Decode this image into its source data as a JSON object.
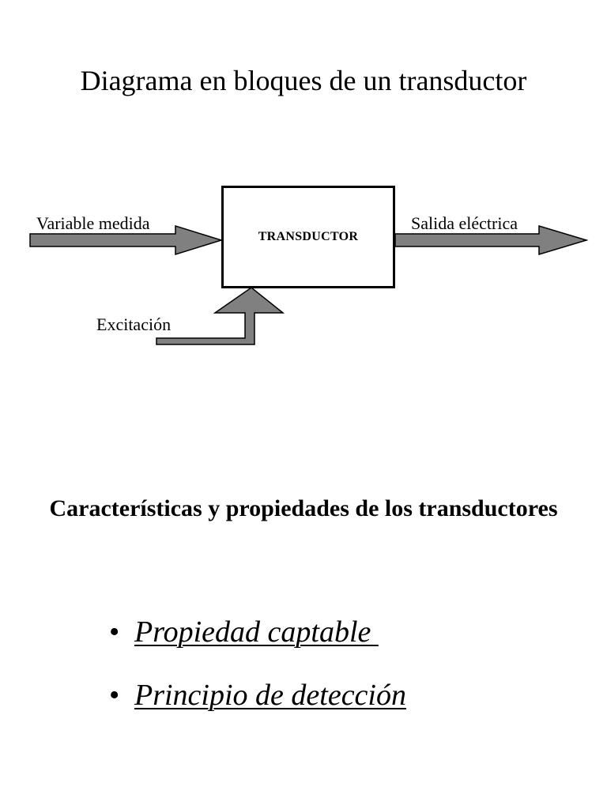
{
  "title": "Diagrama en bloques de un transductor",
  "diagram": {
    "block_label": "TRANSDUCTOR",
    "input_label": "Variable medida",
    "output_label": "Salida eléctrica",
    "excitation_label": "Excitación",
    "arrow_color": "#808080",
    "stroke_color": "#000000"
  },
  "section": {
    "heading": "Características y propiedades de los transductores",
    "bullets": [
      {
        "text": "Propiedad captable "
      },
      {
        "text": "Principio de detección"
      }
    ]
  }
}
